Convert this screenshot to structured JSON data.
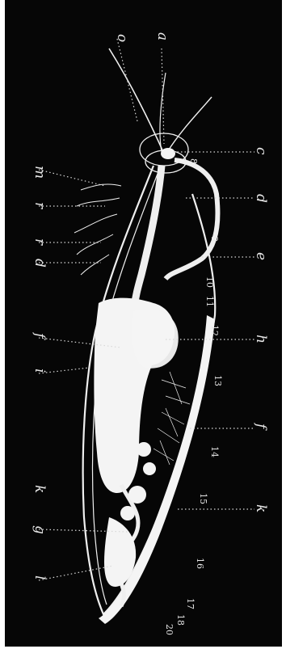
{
  "figure": {
    "left_labels": [
      "o",
      "m",
      "r",
      "r",
      "d",
      "f",
      "i",
      "k",
      "g",
      "l"
    ],
    "right_labels": [
      "a",
      "c",
      "d",
      "e",
      "h",
      "f",
      "k"
    ],
    "numbers": [
      "8",
      "9",
      "10",
      "11",
      "12",
      "13",
      "14",
      "15",
      "16",
      "17",
      "18",
      "20"
    ]
  }
}
